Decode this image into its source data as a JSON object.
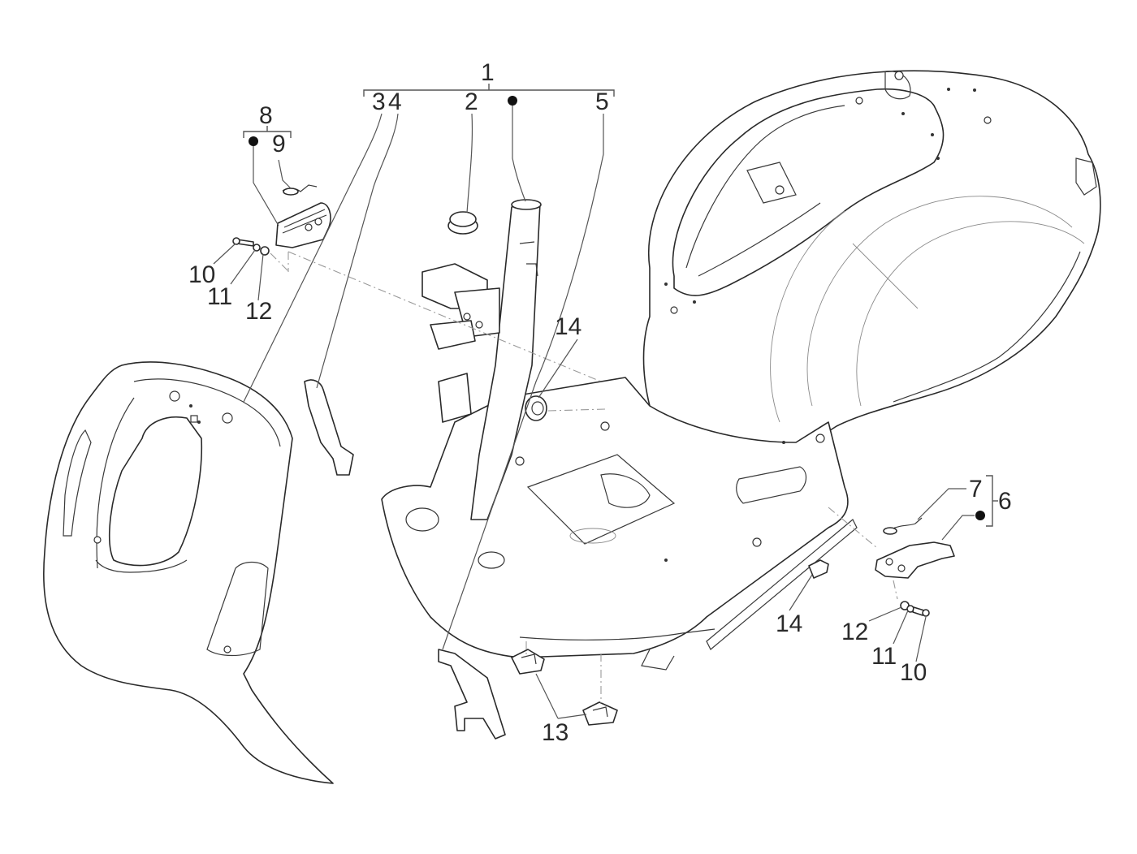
{
  "diagram": {
    "type": "exploded-parts-view",
    "subject": "scooter frame / body assembly",
    "background_color": "#ffffff",
    "line_color": "#2a2a2a",
    "label_color": "#2a2a2a",
    "callouts": [
      {
        "id": "1",
        "text": "1",
        "role": "assembly-group",
        "children": [
          "3",
          "4",
          "2",
          "dot",
          "5"
        ]
      },
      {
        "id": "2",
        "text": "2",
        "part": "grommet / bushing"
      },
      {
        "id": "3",
        "text": "3",
        "part": "left leg-shield panel"
      },
      {
        "id": "4",
        "text": "4",
        "part": "bracket strip"
      },
      {
        "id": "5",
        "text": "5",
        "part": "inner trim panel"
      },
      {
        "id": "6",
        "text": "6",
        "role": "assembly-group",
        "children": [
          "7",
          "dot"
        ]
      },
      {
        "id": "7",
        "text": "7",
        "part": "spring clip (right)"
      },
      {
        "id": "8",
        "text": "8",
        "role": "assembly-group",
        "children": [
          "dot",
          "9"
        ]
      },
      {
        "id": "9",
        "text": "9",
        "part": "spring clip (left)"
      },
      {
        "id": "10a",
        "text": "10",
        "part": "screw (left)"
      },
      {
        "id": "11a",
        "text": "11",
        "part": "washer (left)"
      },
      {
        "id": "12a",
        "text": "12",
        "part": "spacer (left)"
      },
      {
        "id": "10b",
        "text": "10",
        "part": "screw (right)"
      },
      {
        "id": "11b",
        "text": "11",
        "part": "washer (right)"
      },
      {
        "id": "12b",
        "text": "12",
        "part": "spacer (right)"
      },
      {
        "id": "13",
        "text": "13",
        "part": "rubber pads (x2)"
      },
      {
        "id": "14a",
        "text": "14",
        "part": "plug (center)"
      },
      {
        "id": "14b",
        "text": "14",
        "part": "plug (right)"
      }
    ],
    "bullet_symbol": "●"
  }
}
